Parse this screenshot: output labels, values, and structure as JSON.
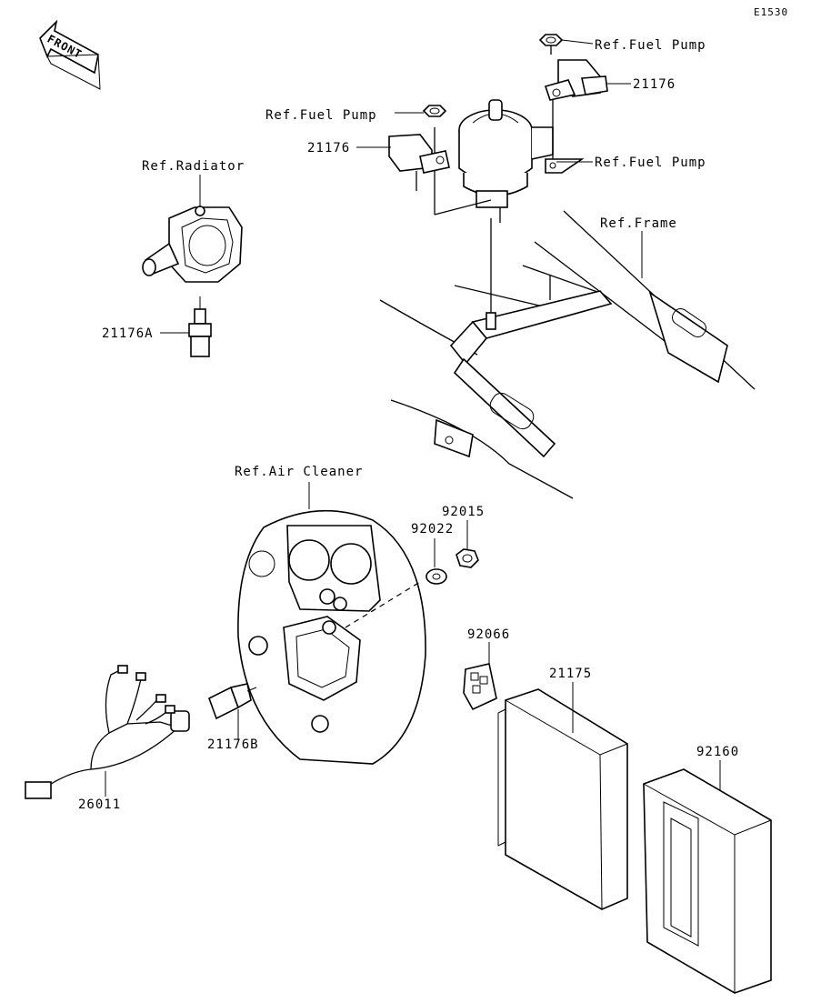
{
  "code": "E1530",
  "front_label": "FRONT",
  "labels": {
    "ref_fuel_pump_1": "Ref.Fuel Pump",
    "ref_fuel_pump_2": "Ref.Fuel Pump",
    "ref_fuel_pump_3": "Ref.Fuel Pump",
    "part_21176_right": "21176",
    "part_21176_left": "21176",
    "ref_radiator": "Ref.Radiator",
    "ref_frame": "Ref.Frame",
    "part_21176A": "21176A",
    "ref_air_cleaner": "Ref.Air Cleaner",
    "part_92015": "92015",
    "part_92022": "92022",
    "part_92066": "92066",
    "part_21175": "21175",
    "part_92160": "92160",
    "part_21176B": "21176B",
    "part_26011": "26011"
  }
}
